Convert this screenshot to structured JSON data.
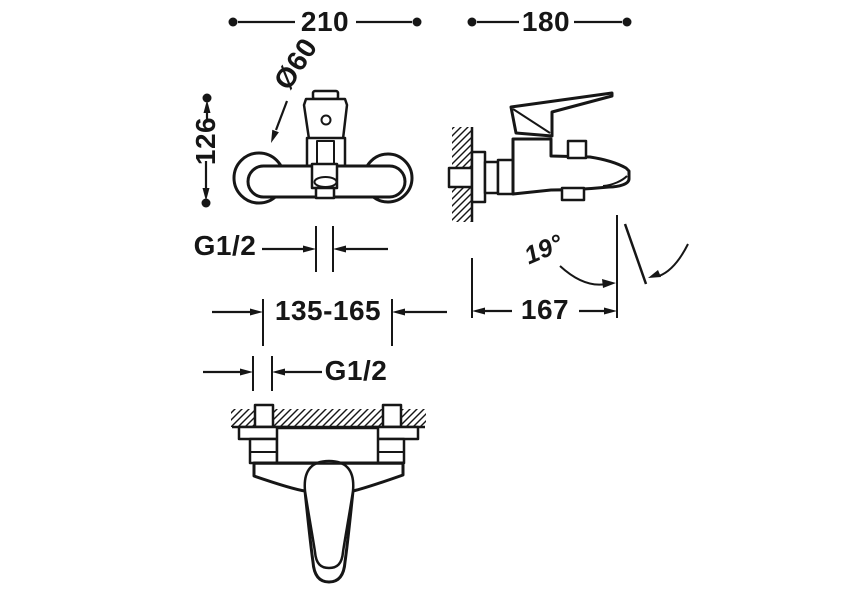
{
  "canvas": {
    "background": "#ffffff",
    "ink": "#161616"
  },
  "dims": {
    "overall_width": "210",
    "overall_depth": "180",
    "escutcheon_diameter": "Ø60",
    "height": "126",
    "thread_front": "G1/2",
    "hole_spacing": "135-165",
    "projection": "167",
    "angle": "19°",
    "thread_plan": "G1/2"
  }
}
